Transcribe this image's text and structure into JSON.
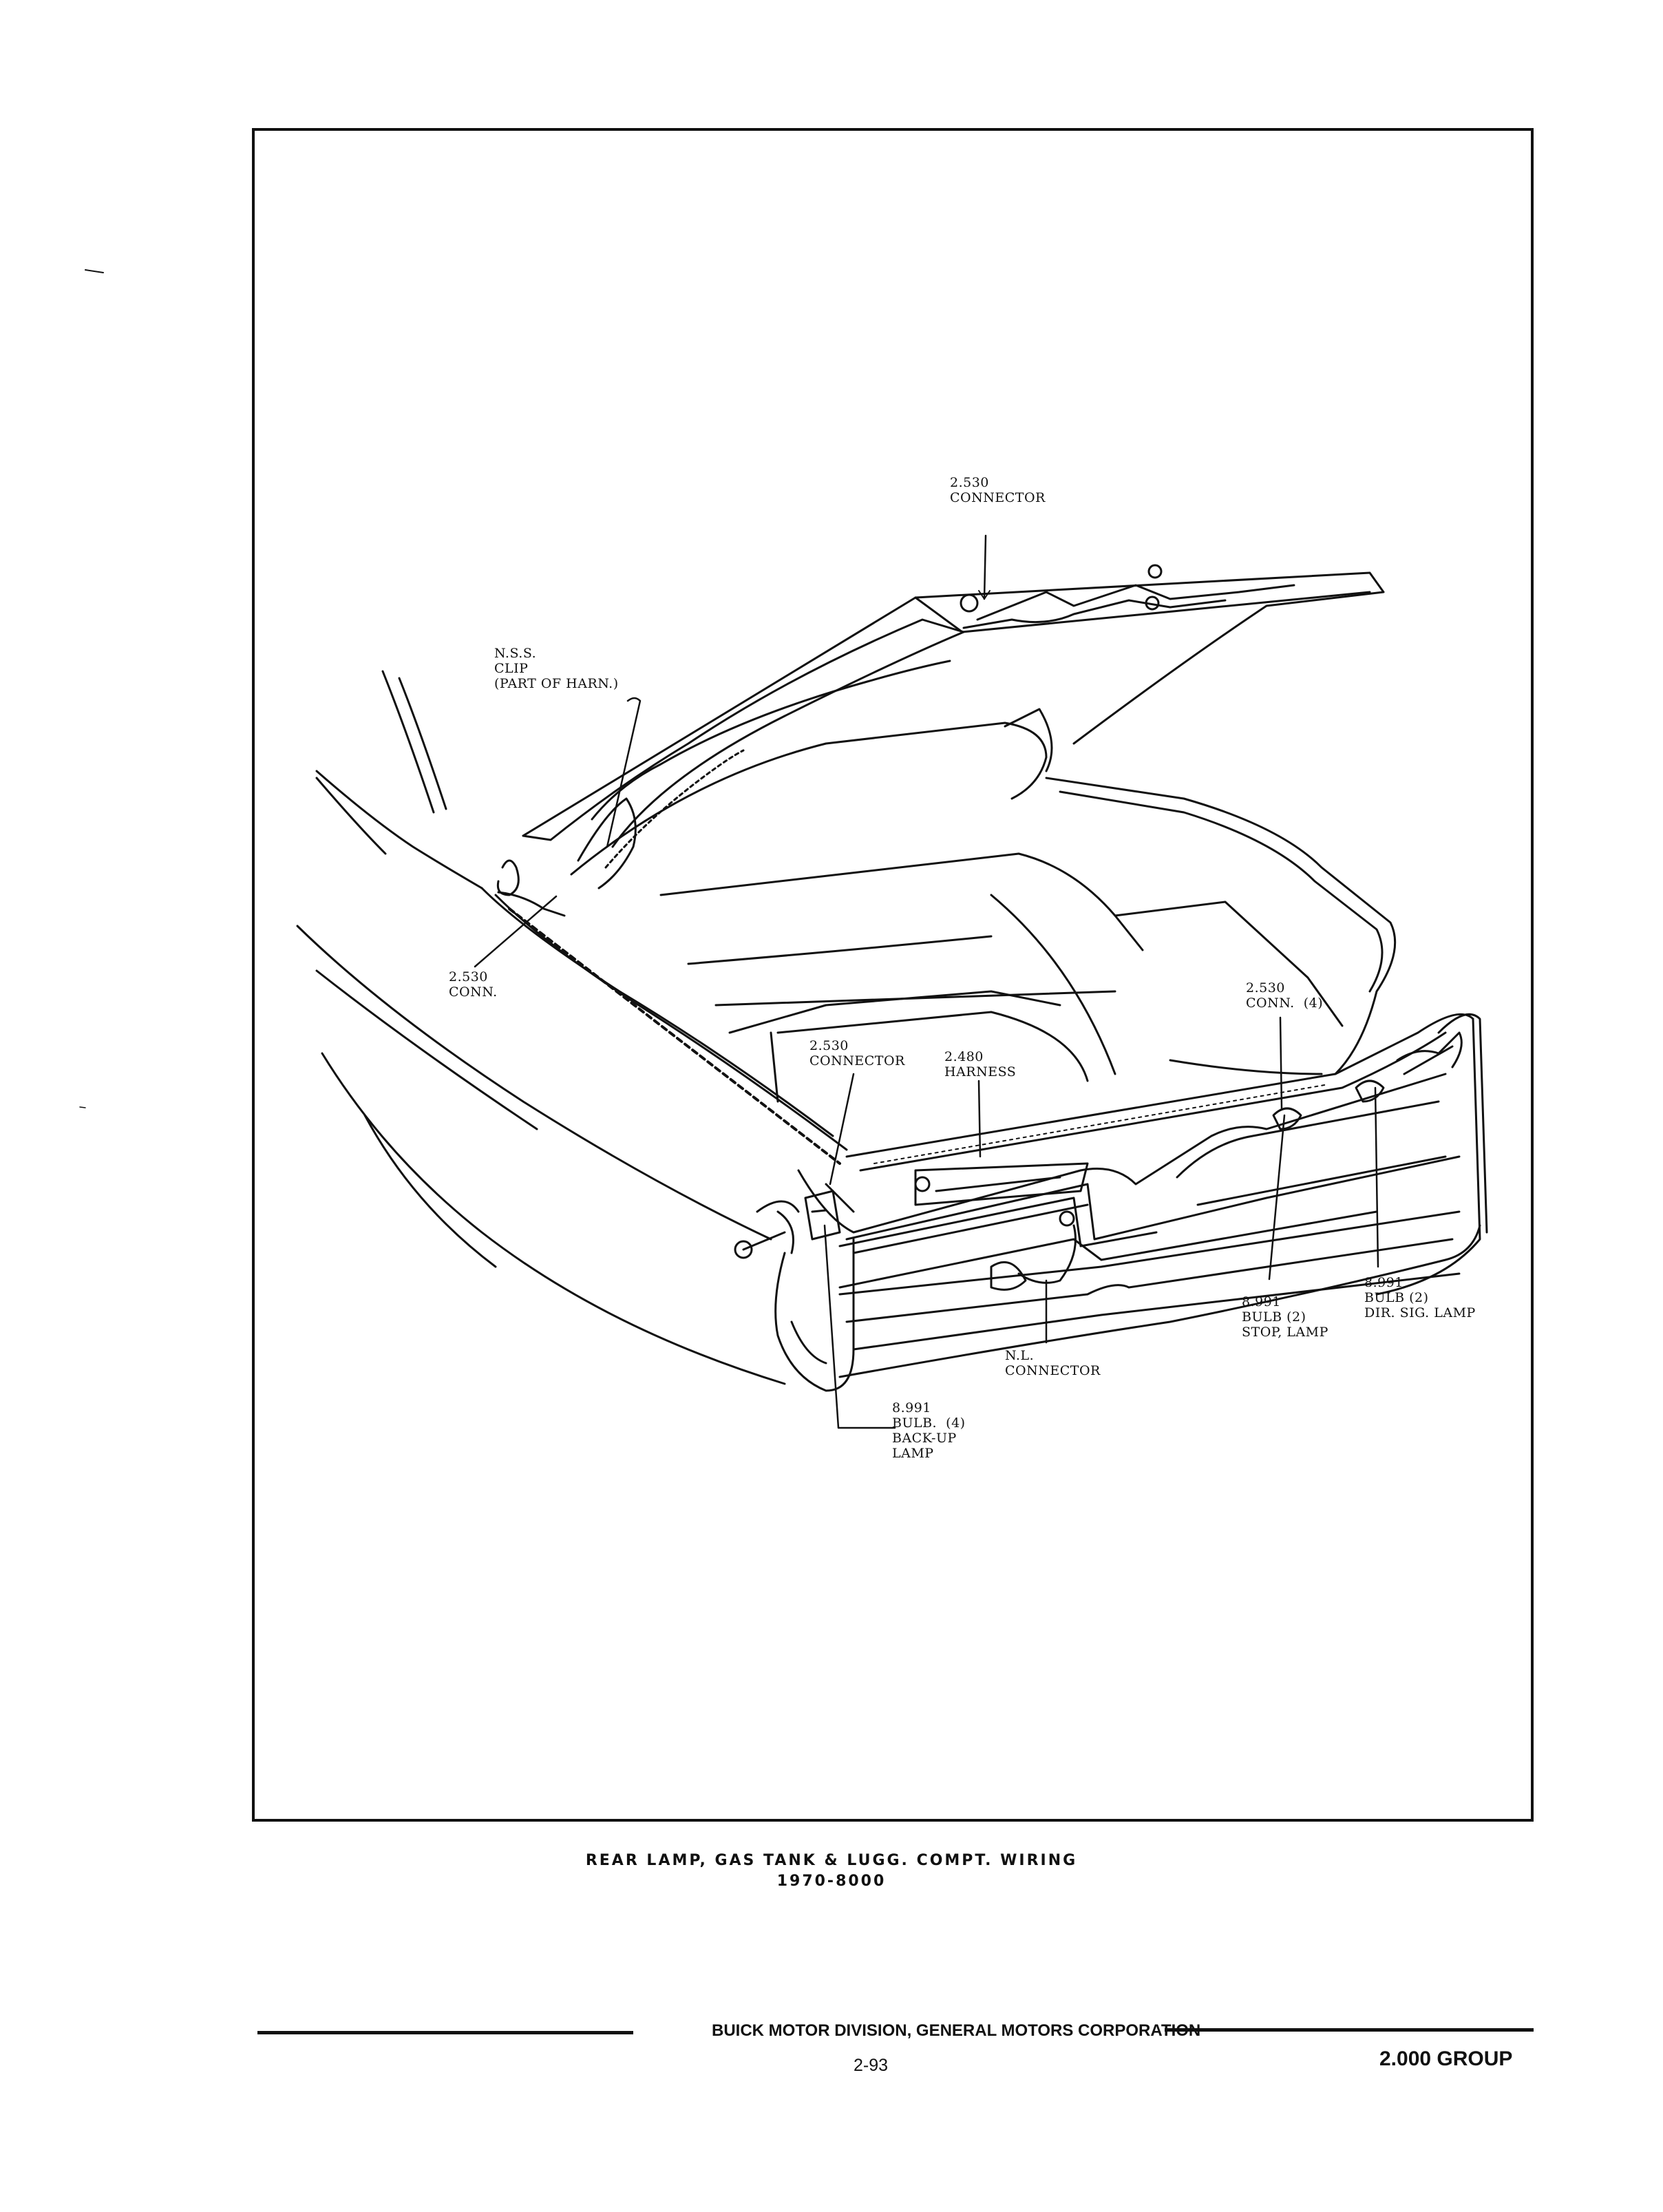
{
  "labels": {
    "conn_top": {
      "number": "2.530",
      "text": "CONNECTOR"
    },
    "clip": {
      "line1": "N.S.S.",
      "line2": "CLIP",
      "line3": "(PART OF HARN.)"
    },
    "conn_left": {
      "number": "2.530",
      "text": "CONN."
    },
    "conn_mid": {
      "number": "2.530",
      "text": "CONNECTOR"
    },
    "harness": {
      "number": "2.480",
      "text": "HARNESS"
    },
    "conn_right": {
      "number": "2.530",
      "text": "CONN.  (4)"
    },
    "bulb_dir": {
      "number": "8.991",
      "line1": "BULB (2)",
      "line2": "DIR. SIG. LAMP"
    },
    "bulb_stop": {
      "number": "8.991",
      "line1": "BULB (2)",
      "line2": "STOP, LAMP"
    },
    "nl_conn": {
      "line1": "N.L.",
      "line2": "CONNECTOR"
    },
    "bulb_backup": {
      "number": "8.991",
      "line1": "BULB.  (4)",
      "line2": "BACK-UP",
      "line3": "LAMP"
    }
  },
  "caption": {
    "line1": "REAR LAMP, GAS TANK & LUGG. COMPT. WIRING",
    "line2": "1970-8000"
  },
  "footer": {
    "division": "BUICK MOTOR DIVISION, GENERAL MOTORS CORPORATION",
    "page": "2-93",
    "group": "2.000 GROUP"
  }
}
